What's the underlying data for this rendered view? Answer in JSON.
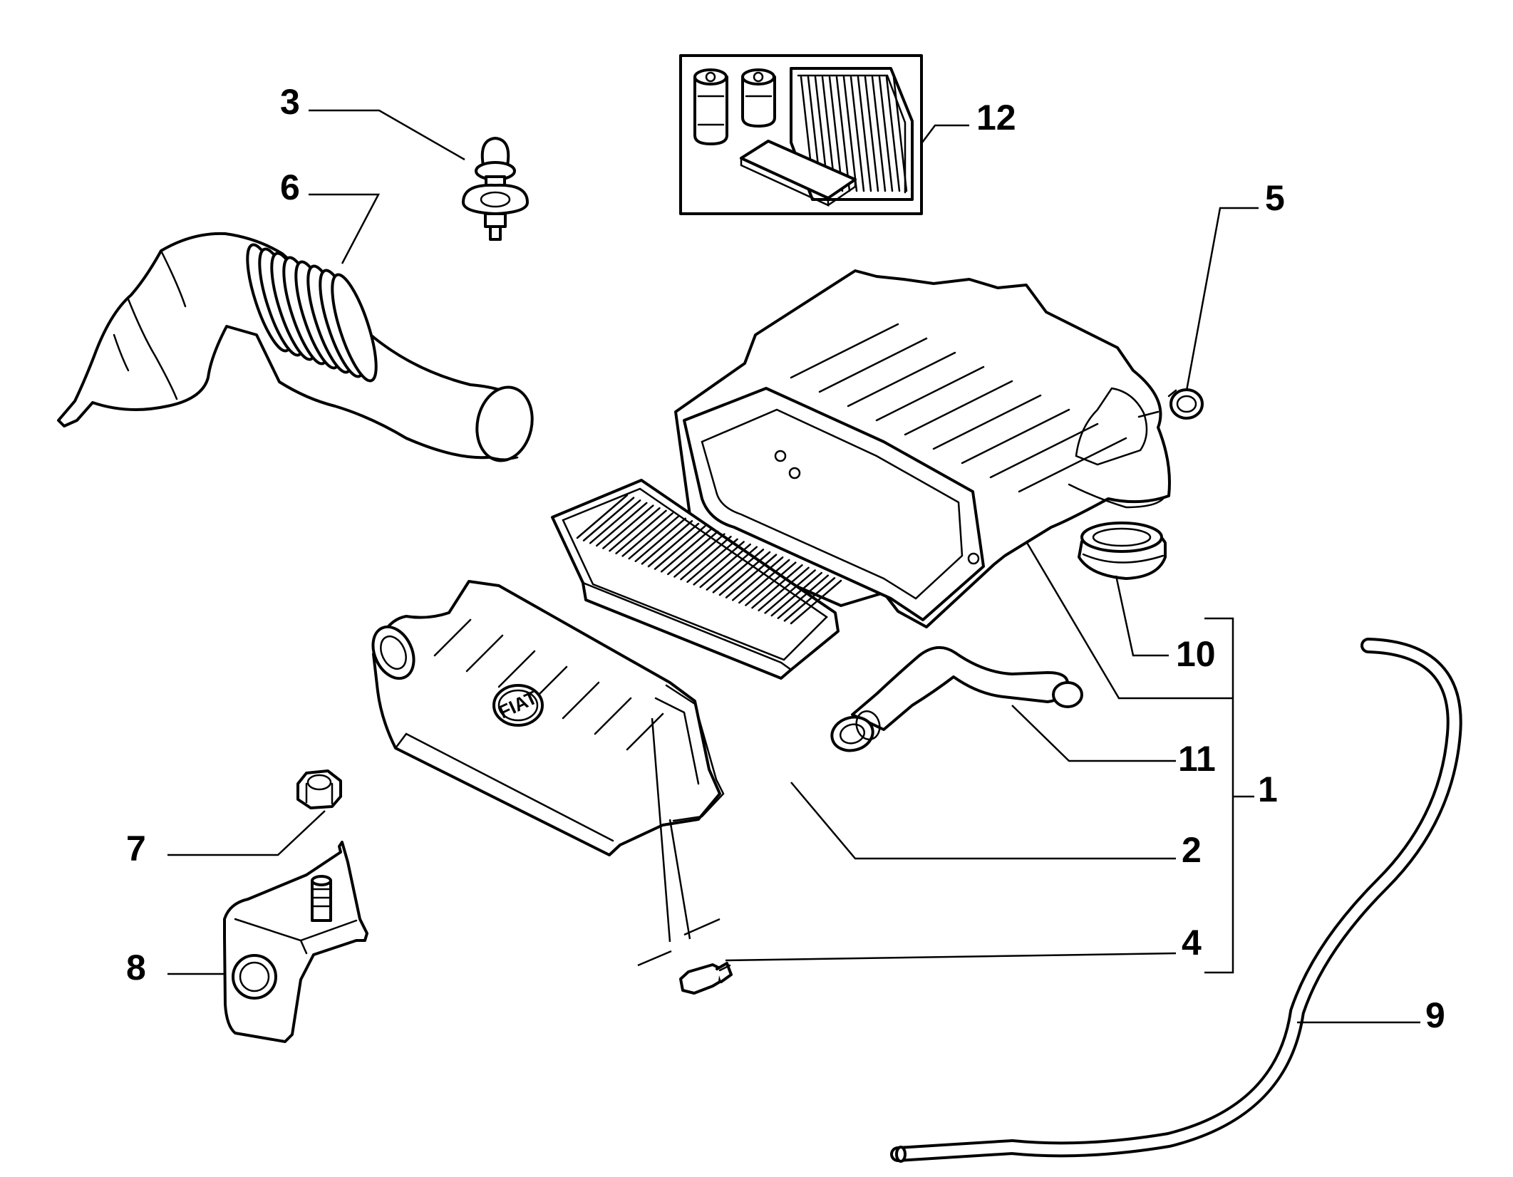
{
  "callouts": [
    {
      "id": "c1",
      "label": "1"
    },
    {
      "id": "c2",
      "label": "2"
    },
    {
      "id": "c3",
      "label": "3"
    },
    {
      "id": "c4",
      "label": "4"
    },
    {
      "id": "c5",
      "label": "5"
    },
    {
      "id": "c6",
      "label": "6"
    },
    {
      "id": "c7",
      "label": "7"
    },
    {
      "id": "c8",
      "label": "8"
    },
    {
      "id": "c9",
      "label": "9"
    },
    {
      "id": "c10",
      "label": "10"
    },
    {
      "id": "c11",
      "label": "11"
    },
    {
      "id": "c12",
      "label": "12"
    }
  ],
  "logo": {
    "text": "FIAT"
  },
  "colors": {
    "ink": "#000000",
    "paper": "#ffffff"
  }
}
